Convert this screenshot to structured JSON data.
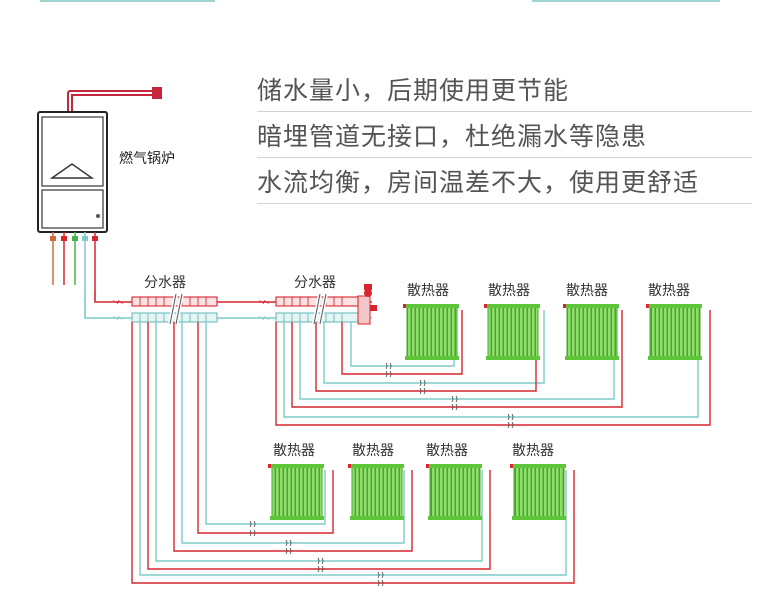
{
  "claims": [
    "储水量小，后期使用更节能",
    "暗埋管道无接口，杜绝漏水等隐患",
    "水流均衡，房间温差不大，使用更舒适"
  ],
  "boiler": {
    "label": "燃气锅炉"
  },
  "manifolds": [
    {
      "label": "分水器"
    },
    {
      "label": "分水器"
    }
  ],
  "radiators": {
    "group1": [
      "散热器",
      "散热器",
      "散热器",
      "散热器"
    ],
    "group2": [
      "散热器",
      "散热器",
      "散热器",
      "散热器"
    ]
  },
  "colors": {
    "supply": "#d7262f",
    "return": "#7fcbc9",
    "radiator": "#5fc53a",
    "accent": "#9fd3d0"
  }
}
